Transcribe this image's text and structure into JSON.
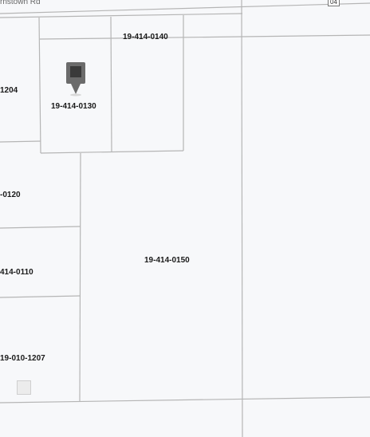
{
  "road": {
    "name": "rnstown Rd",
    "route_number": "04"
  },
  "parcels": [
    {
      "id": "p-0140",
      "label": "19-414-0140"
    },
    {
      "id": "p-1204",
      "label": "1204"
    },
    {
      "id": "p-0130",
      "label": "19-414-0130"
    },
    {
      "id": "p-0120",
      "label": "-0120"
    },
    {
      "id": "p-0150",
      "label": "19-414-0150"
    },
    {
      "id": "p-0110",
      "label": "414-0110"
    },
    {
      "id": "p-1207",
      "label": "19-010-1207"
    }
  ],
  "marker": {
    "icon": "map-pin-icon",
    "parcel": "19-414-0130"
  },
  "colors": {
    "background": "#f7f8fa",
    "parcel_line": "#b5b5b5",
    "marker": "#6b6b6b"
  }
}
